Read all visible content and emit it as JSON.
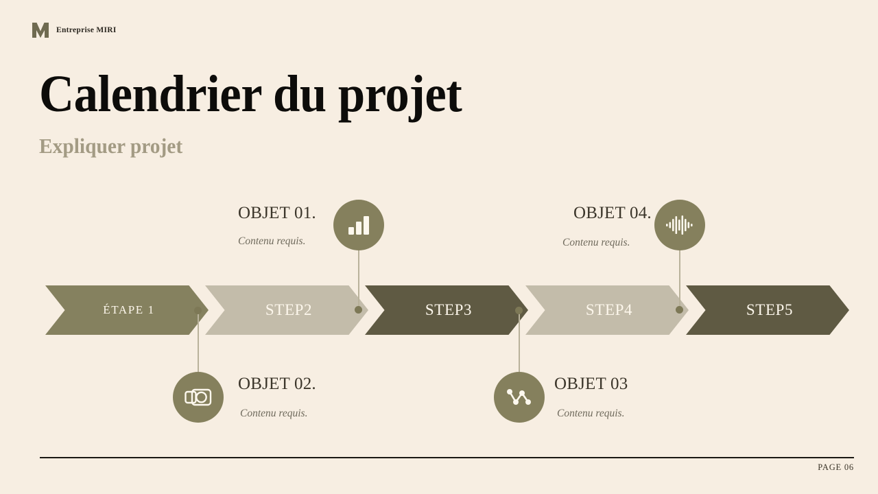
{
  "brand": {
    "name": "Entreprise MIRI",
    "mark_icon": "m-logo-icon",
    "mark_color": "#6f6a50"
  },
  "header": {
    "title": "Calendrier du projet",
    "subtitle": "Expliquer projet"
  },
  "colors": {
    "background": "#f7eee2",
    "title": "#0d0c0a",
    "subtitle": "#a39b84",
    "olive": "#85815f",
    "light_taupe": "#c3bcaa",
    "dark_olive": "#5f5a43",
    "badge": "#85805d",
    "stem": "#b9b29b",
    "dot": "#7d7856",
    "rule": "#1b1813"
  },
  "steps": [
    {
      "label": "ÉTAPE 1",
      "color": "#85815f",
      "size": "small"
    },
    {
      "label": "STEP2",
      "color": "#c3bcaa",
      "size": "normal"
    },
    {
      "label": "STEP3",
      "color": "#5f5a43",
      "size": "normal"
    },
    {
      "label": "STEP4",
      "color": "#c3bcaa",
      "size": "normal"
    },
    {
      "label": "STEP5",
      "color": "#5f5a43",
      "size": "normal"
    }
  ],
  "objectives": [
    {
      "title": "OBJET 01.",
      "subtitle": "Contenu requis.",
      "icon": "bar-chart-icon",
      "position": "above"
    },
    {
      "title": "OBJET 02.",
      "subtitle": "Contenu requis.",
      "icon": "camera-icon",
      "position": "below"
    },
    {
      "title": "OBJET 03",
      "subtitle": "Contenu requis.",
      "icon": "network-icon",
      "position": "below"
    },
    {
      "title": "OBJET 04.",
      "subtitle": "Contenu requis.",
      "icon": "waveform-icon",
      "position": "above"
    }
  ],
  "footer": {
    "page_label": "PAGE 06"
  }
}
